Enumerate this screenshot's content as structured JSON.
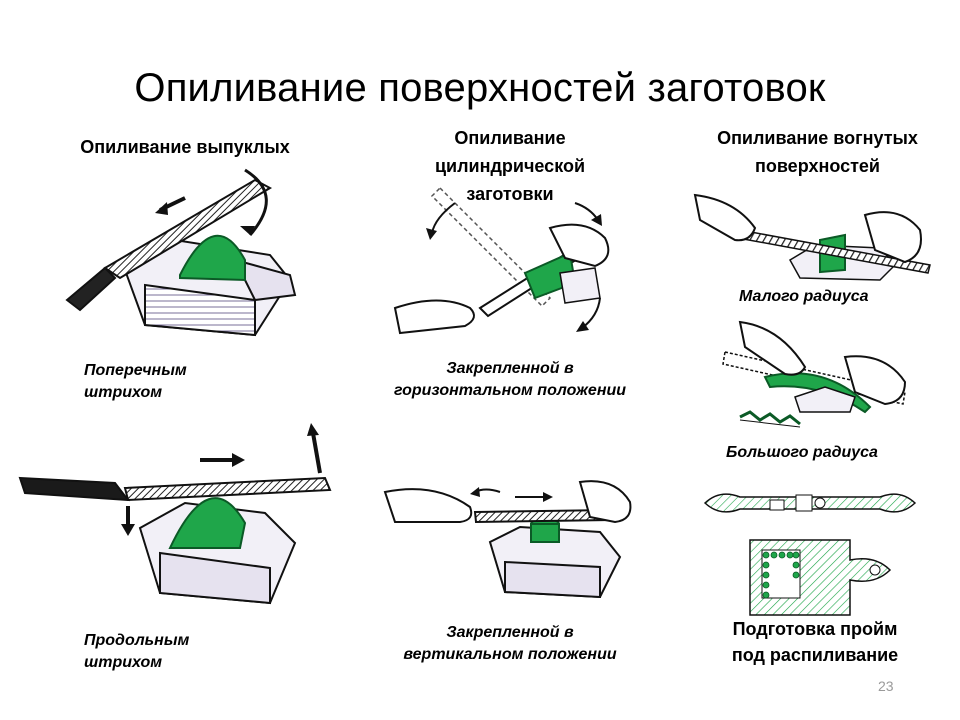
{
  "slide": {
    "title": "Опиливание поверхностей заготовок",
    "page_number": "23"
  },
  "columns": {
    "convex": {
      "heading": "Опиливание выпуклых",
      "caption_transverse": [
        "Поперечным",
        "штрихом"
      ],
      "caption_longitudinal": [
        "Продольным",
        "штрихом"
      ]
    },
    "cylindrical": {
      "heading": [
        "Опиливание",
        "цилиндрической",
        "заготовки"
      ],
      "caption_horizontal": [
        "Закрепленной в",
        "горизонтальном положении"
      ],
      "caption_vertical": [
        "Закрепленной в",
        "вертикальном положении"
      ]
    },
    "concave": {
      "heading": [
        "Опиливание вогнутых",
        "поверхностей"
      ],
      "caption_small": "Малого радиуса",
      "caption_large": "Большого радиуса",
      "caption_openings": [
        "Подготовка пройм",
        "под распиливание"
      ]
    }
  },
  "colors": {
    "green": "#1fa64a",
    "dark_green": "#0e7a33",
    "hatch": "#2b2b2b",
    "vise_shade": "#c8c3d8"
  }
}
